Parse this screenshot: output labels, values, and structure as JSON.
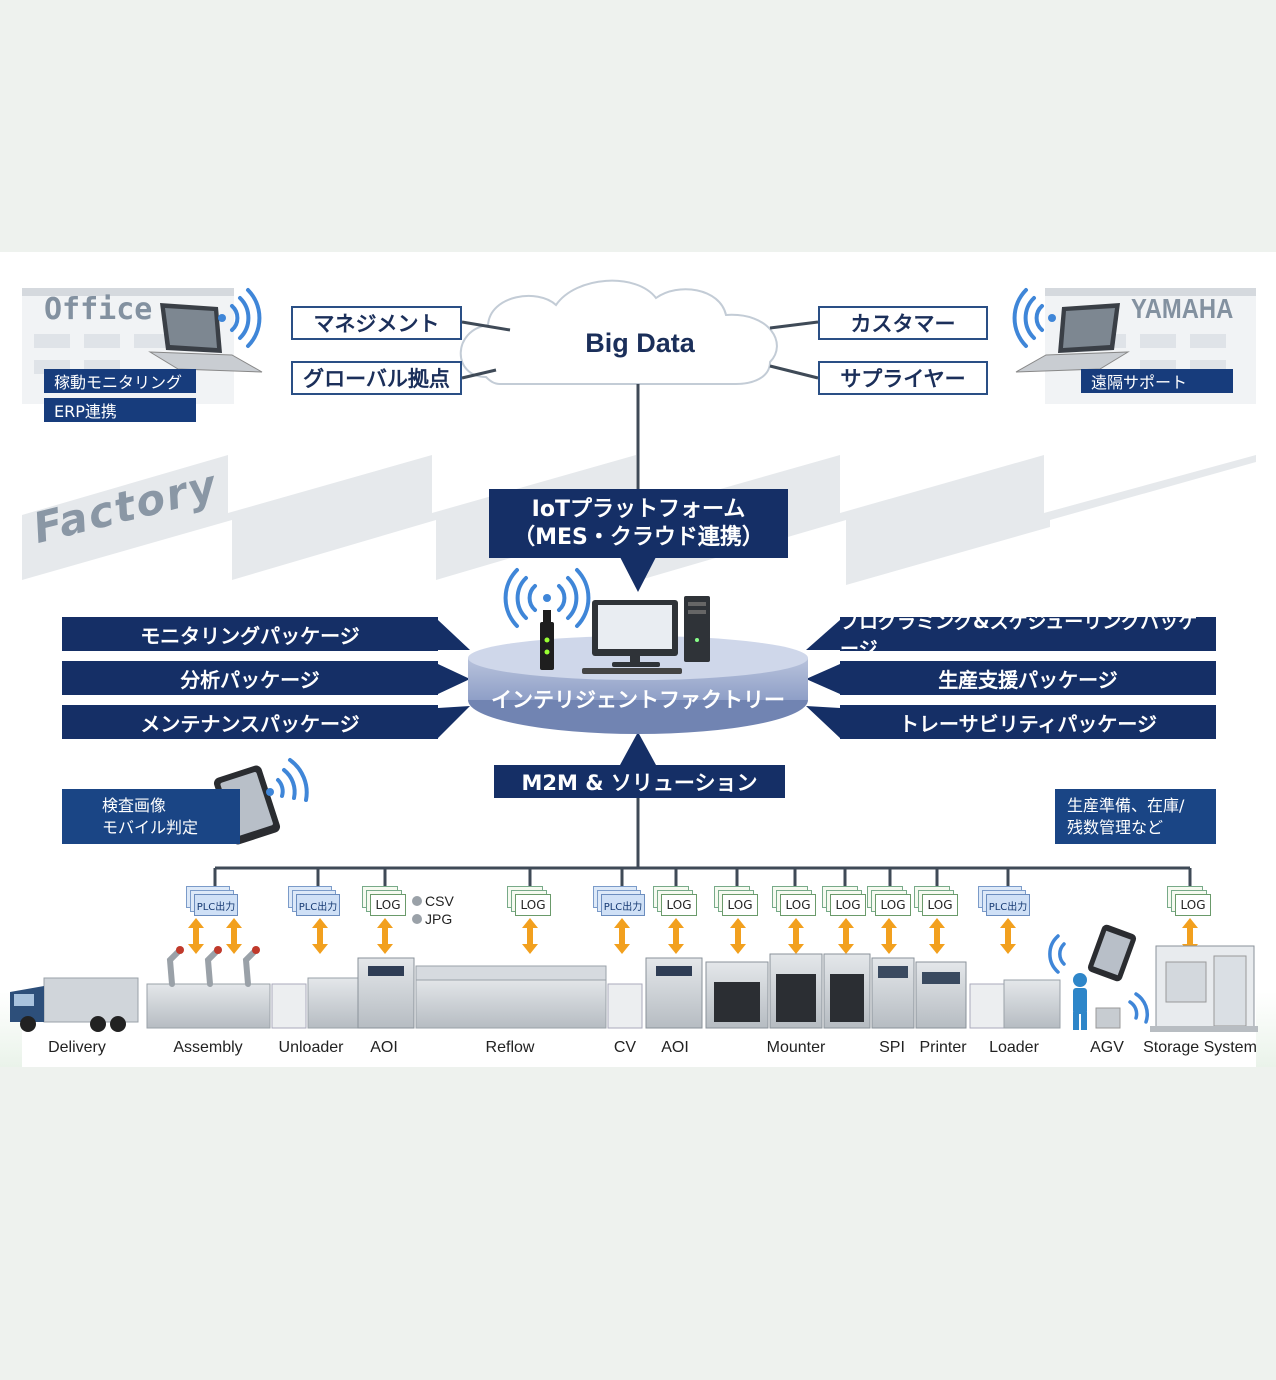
{
  "office": {
    "title": "Office",
    "tags": [
      "稼動モニタリング",
      "ERP連携"
    ]
  },
  "yamaha": {
    "title": "YAMAHA",
    "tags": [
      "遠隔サポート"
    ]
  },
  "cloud": {
    "label": "Big Data",
    "left_boxes": [
      "マネジメント",
      "グローバル拠点"
    ],
    "right_boxes": [
      "カスタマー",
      "サプライヤー"
    ]
  },
  "factory": {
    "title": "Factory",
    "iot_platform": [
      "IoTプラットフォーム",
      "（MES・クラウド連携）"
    ],
    "hub_label": "インテリジェントファクトリー",
    "left_packages": [
      "モニタリングパッケージ",
      "分析パッケージ",
      "メンテナンスパッケージ"
    ],
    "right_packages": [
      "プログラミング&スケジューリングパッケージ",
      "生産支援パッケージ",
      "トレーサビリティパッケージ"
    ],
    "m2m": "M2M & ソリューション",
    "mobile_note": [
      "検査画像",
      "モバイル判定"
    ],
    "right_note": [
      "生産準備、在庫/",
      "残数管理など"
    ]
  },
  "data_tags": {
    "plc": "PLC出力",
    "log": "LOG",
    "formats": [
      "CSV",
      "JPG"
    ]
  },
  "stations": [
    "Delivery",
    "Assembly",
    "Unloader",
    "AOI",
    "Reflow",
    "CV",
    "AOI",
    "Mounter",
    "SPI",
    "Printer",
    "Loader",
    "AGV",
    "Storage System"
  ],
  "colors": {
    "navy": "#152f66",
    "arrow_orange": "#f2a01e",
    "wifi_blue": "#3f86d8"
  }
}
